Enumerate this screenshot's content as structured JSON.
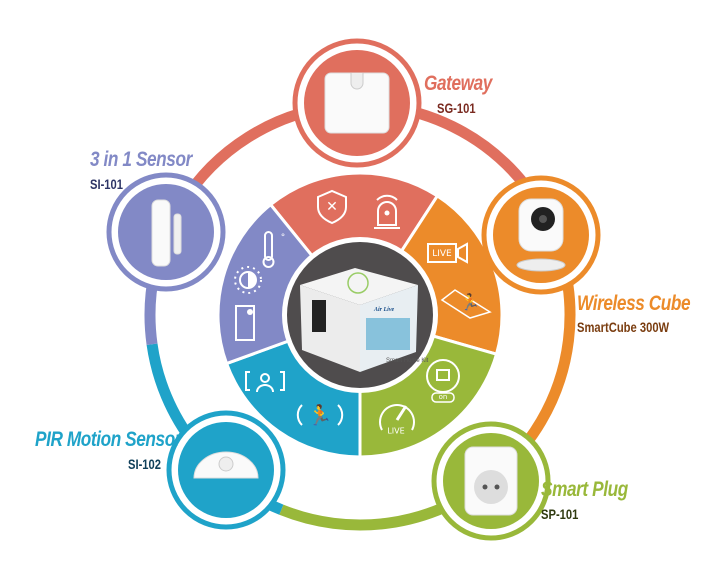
{
  "colors": {
    "red": "#e06f5e",
    "orange": "#ec8b2a",
    "green": "#99b83a",
    "blue": "#1fa3c9",
    "purple": "#8289c6",
    "dark": "#4f4c4d"
  },
  "devices": [
    {
      "name": "Gateway",
      "model": "SG-101",
      "color": "#e06f5e",
      "model_color": "#7a2a20"
    },
    {
      "name": "3 in 1 Sensor",
      "model": "SI-101",
      "color": "#8289c6",
      "model_color": "#2e3566"
    },
    {
      "name": "Wireless Cube",
      "model": "SmartCube 300W",
      "color": "#ec8b2a",
      "model_color": "#7a3d10"
    },
    {
      "name": "PIR Motion Sensor",
      "model": "SI-102",
      "color": "#1fa3c9",
      "model_color": "#10405a"
    },
    {
      "name": "Smart Plug",
      "model": "SP-101",
      "color": "#99b83a",
      "model_color": "#2f3a10"
    }
  ],
  "feature_icons": {
    "live_camera": "LIVE",
    "plug_on": "on",
    "speed_live": "LIVE"
  },
  "center": {
    "product": "Smart Home Kit",
    "brand": "Air Live"
  }
}
